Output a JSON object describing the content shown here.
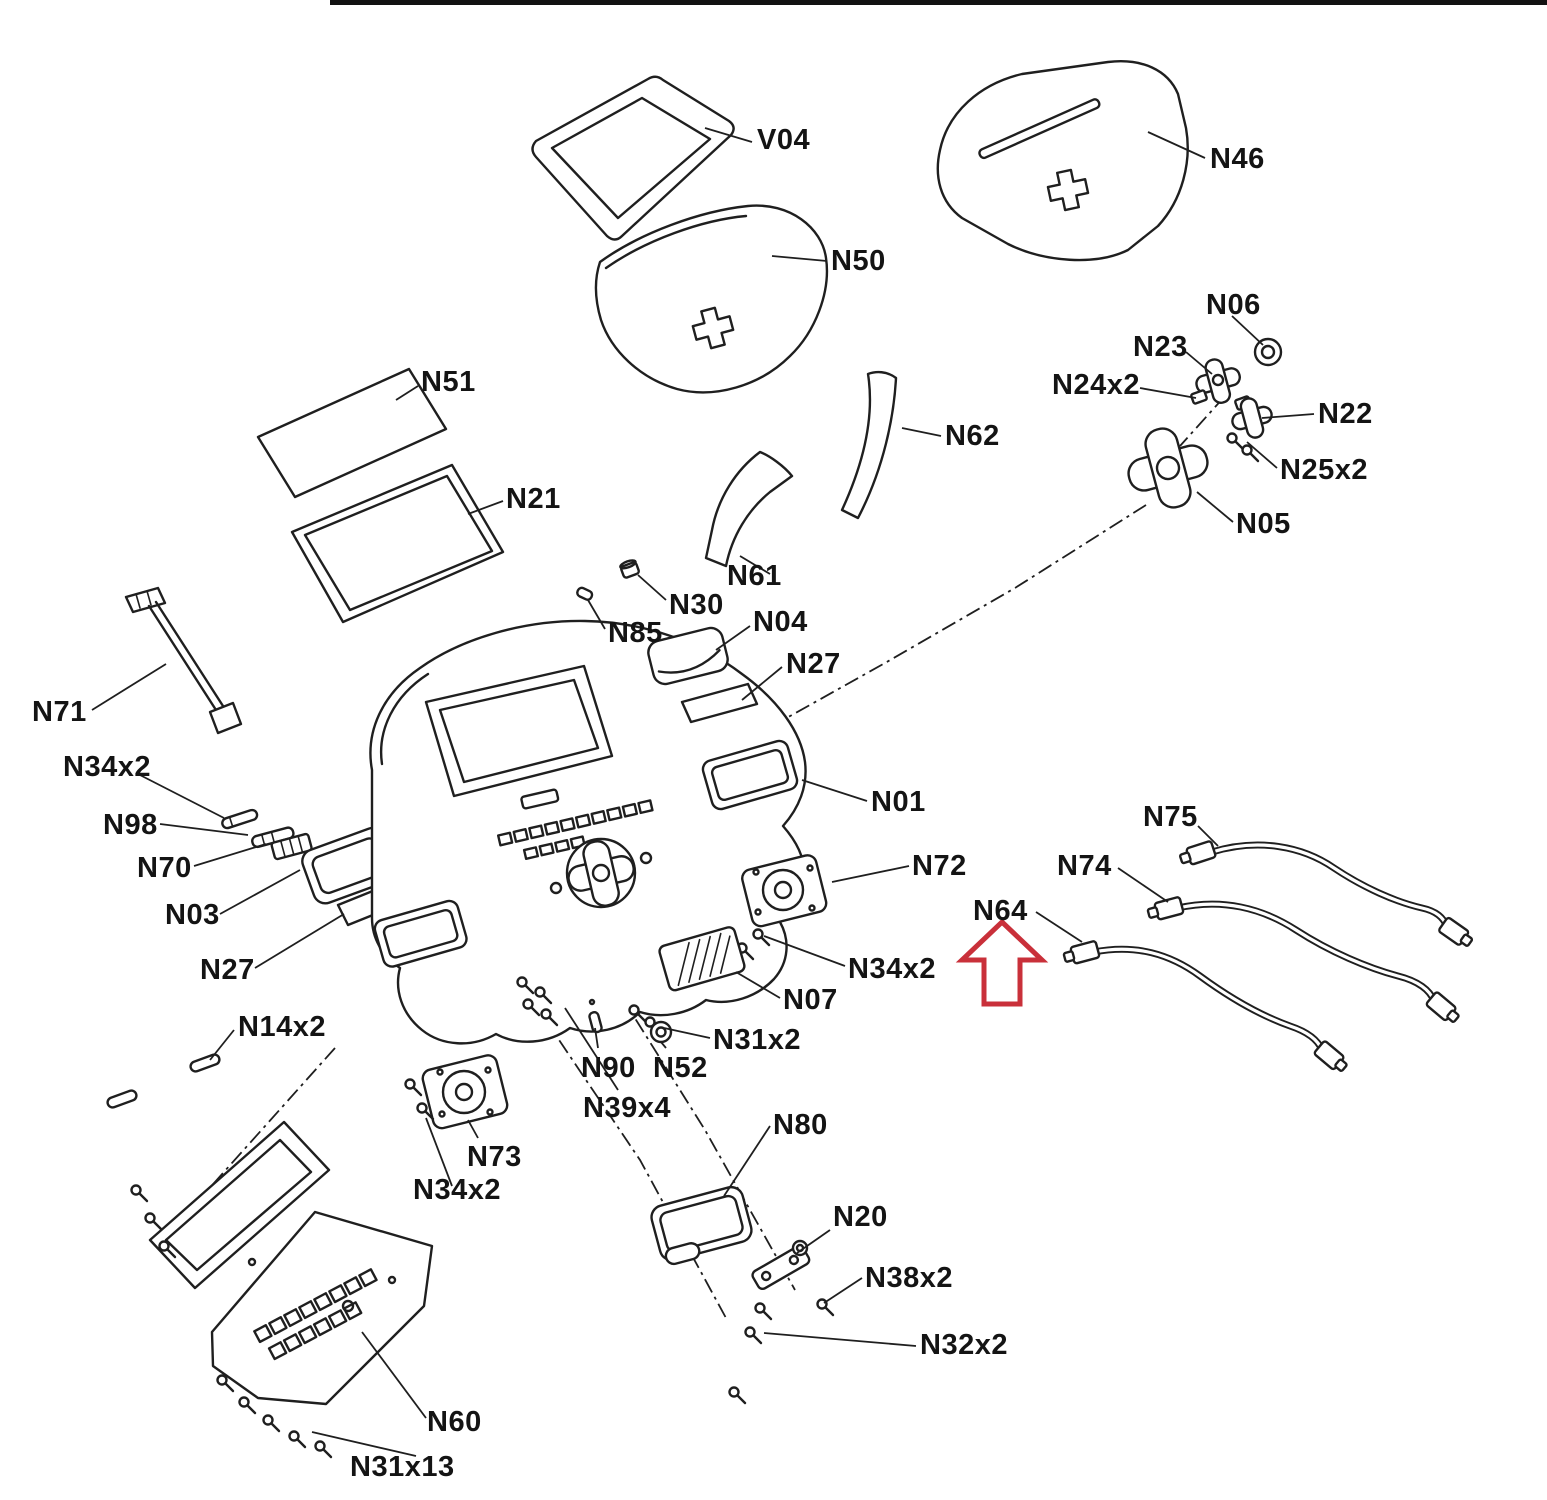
{
  "diagram": {
    "colors": {
      "line": "#1f1f1f",
      "background": "#ffffff",
      "highlight_arrow": "#c9303a"
    },
    "highlight": {
      "part": "N64",
      "marker": "red-outline-up-arrow"
    },
    "labels": [
      {
        "text": "V04"
      },
      {
        "text": "N46"
      },
      {
        "text": "N50"
      },
      {
        "text": "N06"
      },
      {
        "text": "N23"
      },
      {
        "text": "N24x2"
      },
      {
        "text": "N51"
      },
      {
        "text": "N62"
      },
      {
        "text": "N22"
      },
      {
        "text": "N25x2"
      },
      {
        "text": "N21"
      },
      {
        "text": "N05"
      },
      {
        "text": "N61"
      },
      {
        "text": "N30"
      },
      {
        "text": "N85"
      },
      {
        "text": "N04"
      },
      {
        "text": "N27"
      },
      {
        "text": "N71"
      },
      {
        "text": "N34x2"
      },
      {
        "text": "N01"
      },
      {
        "text": "N98"
      },
      {
        "text": "N75"
      },
      {
        "text": "N70"
      },
      {
        "text": "N72"
      },
      {
        "text": "N74"
      },
      {
        "text": "N03"
      },
      {
        "text": "N64"
      },
      {
        "text": "N27"
      },
      {
        "text": "N34x2"
      },
      {
        "text": "N07"
      },
      {
        "text": "N14x2"
      },
      {
        "text": "N31x2"
      },
      {
        "text": "N90"
      },
      {
        "text": "N52"
      },
      {
        "text": "N39x4"
      },
      {
        "text": "N80"
      },
      {
        "text": "N73"
      },
      {
        "text": "N34x2"
      },
      {
        "text": "N20"
      },
      {
        "text": "N38x2"
      },
      {
        "text": "N32x2"
      },
      {
        "text": "N60"
      },
      {
        "text": "N31x13"
      }
    ]
  }
}
